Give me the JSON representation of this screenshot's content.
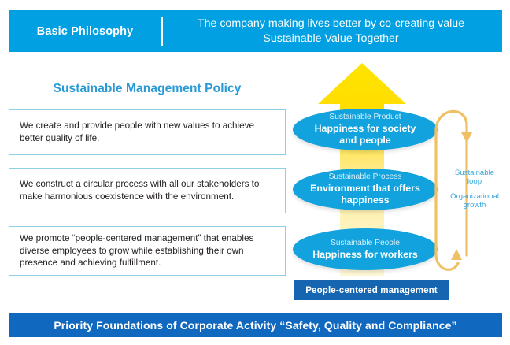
{
  "header": {
    "label": "Basic Philosophy",
    "tagline_line1": "The company making lives better by co-creating value",
    "tagline_line2": "Sustainable Value Together"
  },
  "policy": {
    "heading": "Sustainable Management Policy",
    "items": [
      {
        "text": "We create and provide people with new values to achieve better quality of life."
      },
      {
        "text": "We construct a circular process with all our stakeholders to make harmonious coexistence with the environment."
      },
      {
        "text": "We promote “people-centered management” that enables diverse employees to grow while establishing their own presence and achieving fulfillment."
      }
    ]
  },
  "diagram": {
    "ellipses": [
      {
        "sub": "Sustainable Product",
        "main_line1": "Happiness for society",
        "main_line2": "and people"
      },
      {
        "sub": "Sustainable Process",
        "main_line1": "Environment that offers",
        "main_line2": "happiness"
      },
      {
        "sub": "Sustainable People",
        "main_line1": "Happiness for workers",
        "main_line2": ""
      }
    ],
    "loop_label_1_line1": "Sustainable",
    "loop_label_1_line2": "loop",
    "loop_label_2_line1": "Organizational",
    "loop_label_2_line2": "growth",
    "foundation_bar": "People-centered management"
  },
  "footer": {
    "text": "Priority Foundations of Corporate Activity   “Safety, Quality and Compliance”"
  },
  "colors": {
    "top_banner": "#00a0e3",
    "bottom_banner": "#1068bf",
    "ellipse": "#12a3de",
    "arrow_yellow": "#ffdd00",
    "loop_arrow": "#f0c164",
    "heading_blue": "#2a9ad6",
    "box_border": "#8fcfe6",
    "pcm_bar": "#1565b0"
  }
}
